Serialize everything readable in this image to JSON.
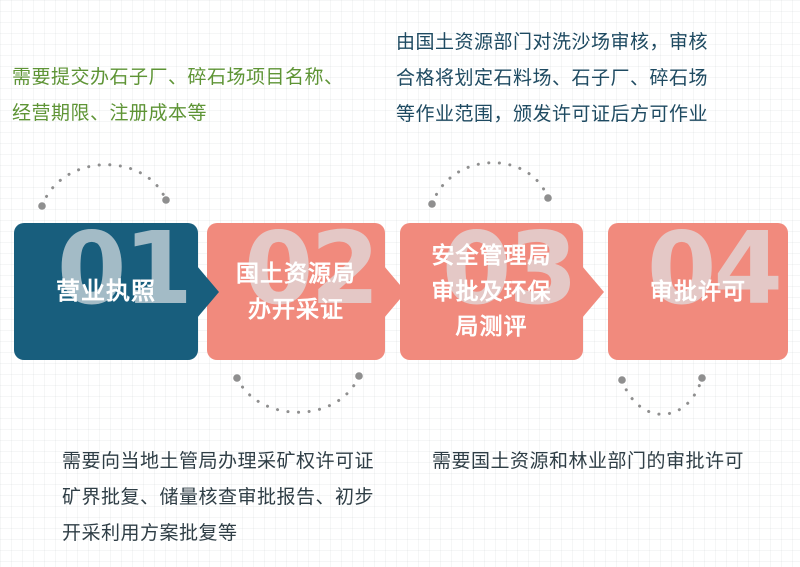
{
  "notes": {
    "top_left": {
      "text": "需要提交办石子厂、碎石场项目名称、\n经营期限、注册成本等",
      "color": "#5e9435"
    },
    "top_right": {
      "text": "由国土资源部门对洗沙场审核，审核\n合格将划定石料场、石子厂、碎石场\n等作业范围，颁发许可证后方可作业",
      "color": "#1e4a61"
    },
    "bottom_left": {
      "text": "需要向当地土管局办理采矿权许可证\n矿界批复、储量核查审批报告、初步\n开采利用方案批复等",
      "color": "#2f3e46"
    },
    "bottom_right": {
      "text": "需要国土资源和林业部门的审批许可",
      "color": "#2f3e46"
    }
  },
  "steps": [
    {
      "number": "01",
      "label": "营业执照",
      "color": "#185e7d"
    },
    {
      "number": "02",
      "label": "国土资源局\n办开采证",
      "color": "#f18a7d"
    },
    {
      "number": "03",
      "label": "安全管理局\n审批及环保\n局测评",
      "color": "#f18a7d"
    },
    {
      "number": "04",
      "label": "审批许可",
      "color": "#f18a7d"
    }
  ],
  "colors": {
    "step_dark": "#185e7d",
    "step_salmon": "#f18a7d",
    "note_green": "#5e9435",
    "note_navy": "#1e4a61",
    "note_dark": "#2f3e46",
    "arc_dot_gray": "#8f8f8f",
    "number_watermark": "#dee3e5"
  }
}
